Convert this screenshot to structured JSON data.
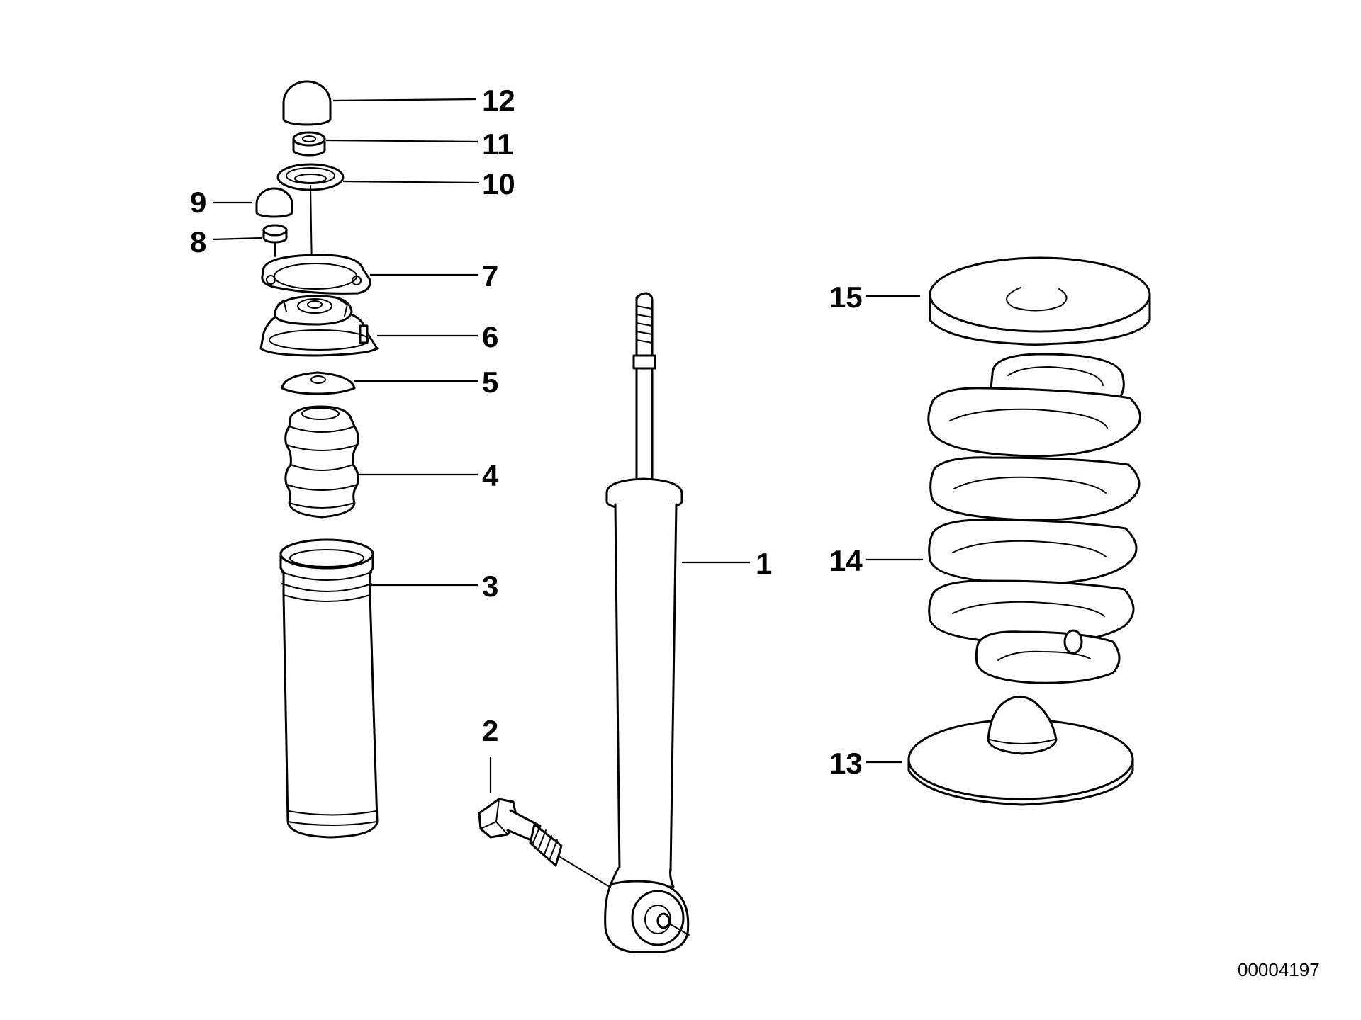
{
  "callouts": {
    "c1": "1",
    "c2": "2",
    "c3": "3",
    "c4": "4",
    "c5": "5",
    "c6": "6",
    "c7": "7",
    "c8": "8",
    "c9": "9",
    "c10": "10",
    "c11": "11",
    "c12": "12",
    "c13": "13",
    "c14": "14",
    "c15": "15"
  },
  "diagram_code": "00004197"
}
